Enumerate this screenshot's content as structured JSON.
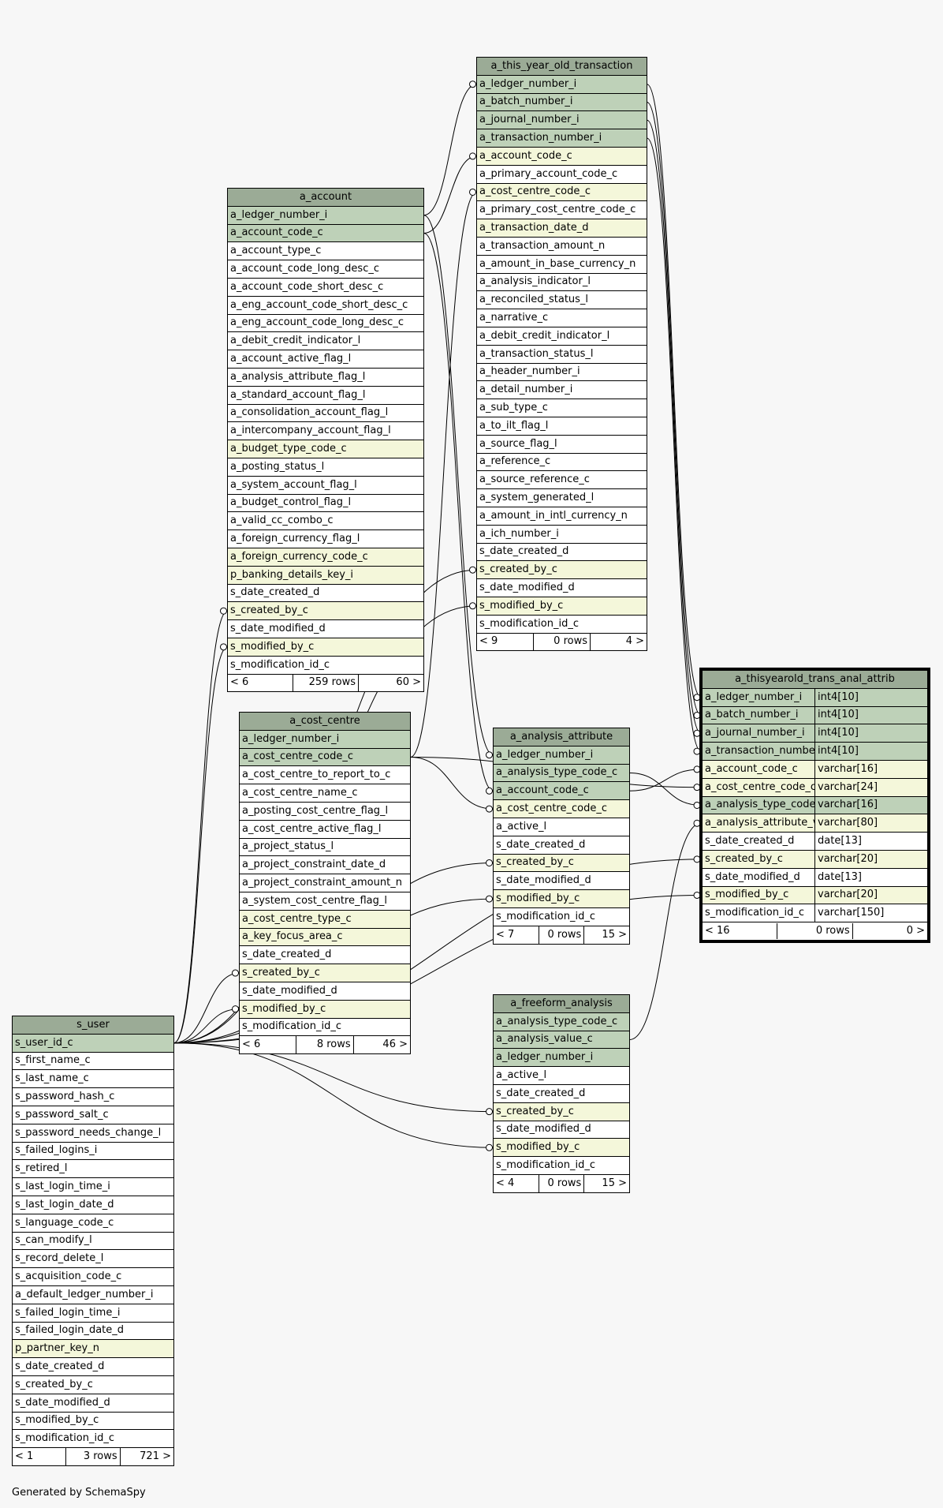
{
  "footer": "Generated by SchemaSpy",
  "tables": [
    {
      "id": "a_this_year_old_transaction",
      "name": "a_this_year_old_transaction",
      "columns": [
        {
          "name": "a_ledger_number_i",
          "kind": "pk"
        },
        {
          "name": "a_batch_number_i",
          "kind": "pk"
        },
        {
          "name": "a_journal_number_i",
          "kind": "pk"
        },
        {
          "name": "a_transaction_number_i",
          "kind": "pk"
        },
        {
          "name": "a_account_code_c",
          "kind": "fk"
        },
        {
          "name": "a_primary_account_code_c",
          "kind": "col"
        },
        {
          "name": "a_cost_centre_code_c",
          "kind": "fk"
        },
        {
          "name": "a_primary_cost_centre_code_c",
          "kind": "col"
        },
        {
          "name": "a_transaction_date_d",
          "kind": "fk"
        },
        {
          "name": "a_transaction_amount_n",
          "kind": "col"
        },
        {
          "name": "a_amount_in_base_currency_n",
          "kind": "col"
        },
        {
          "name": "a_analysis_indicator_l",
          "kind": "col"
        },
        {
          "name": "a_reconciled_status_l",
          "kind": "col"
        },
        {
          "name": "a_narrative_c",
          "kind": "col"
        },
        {
          "name": "a_debit_credit_indicator_l",
          "kind": "col"
        },
        {
          "name": "a_transaction_status_l",
          "kind": "col"
        },
        {
          "name": "a_header_number_i",
          "kind": "col"
        },
        {
          "name": "a_detail_number_i",
          "kind": "col"
        },
        {
          "name": "a_sub_type_c",
          "kind": "col"
        },
        {
          "name": "a_to_ilt_flag_l",
          "kind": "col"
        },
        {
          "name": "a_source_flag_l",
          "kind": "col"
        },
        {
          "name": "a_reference_c",
          "kind": "col"
        },
        {
          "name": "a_source_reference_c",
          "kind": "col"
        },
        {
          "name": "a_system_generated_l",
          "kind": "col"
        },
        {
          "name": "a_amount_in_intl_currency_n",
          "kind": "col"
        },
        {
          "name": "a_ich_number_i",
          "kind": "col"
        },
        {
          "name": "s_date_created_d",
          "kind": "col"
        },
        {
          "name": "s_created_by_c",
          "kind": "fk"
        },
        {
          "name": "s_date_modified_d",
          "kind": "col"
        },
        {
          "name": "s_modified_by_c",
          "kind": "fk"
        },
        {
          "name": "s_modification_id_c",
          "kind": "col"
        }
      ],
      "footer": [
        "< 9",
        "0 rows",
        "4 >"
      ]
    },
    {
      "id": "a_account",
      "name": "a_account",
      "columns": [
        {
          "name": "a_ledger_number_i",
          "kind": "pk"
        },
        {
          "name": "a_account_code_c",
          "kind": "pk"
        },
        {
          "name": "a_account_type_c",
          "kind": "col"
        },
        {
          "name": "a_account_code_long_desc_c",
          "kind": "col"
        },
        {
          "name": "a_account_code_short_desc_c",
          "kind": "col"
        },
        {
          "name": "a_eng_account_code_short_desc_c",
          "kind": "col"
        },
        {
          "name": "a_eng_account_code_long_desc_c",
          "kind": "col"
        },
        {
          "name": "a_debit_credit_indicator_l",
          "kind": "col"
        },
        {
          "name": "a_account_active_flag_l",
          "kind": "col"
        },
        {
          "name": "a_analysis_attribute_flag_l",
          "kind": "col"
        },
        {
          "name": "a_standard_account_flag_l",
          "kind": "col"
        },
        {
          "name": "a_consolidation_account_flag_l",
          "kind": "col"
        },
        {
          "name": "a_intercompany_account_flag_l",
          "kind": "col"
        },
        {
          "name": "a_budget_type_code_c",
          "kind": "fk"
        },
        {
          "name": "a_posting_status_l",
          "kind": "col"
        },
        {
          "name": "a_system_account_flag_l",
          "kind": "col"
        },
        {
          "name": "a_budget_control_flag_l",
          "kind": "col"
        },
        {
          "name": "a_valid_cc_combo_c",
          "kind": "col"
        },
        {
          "name": "a_foreign_currency_flag_l",
          "kind": "col"
        },
        {
          "name": "a_foreign_currency_code_c",
          "kind": "fk"
        },
        {
          "name": "p_banking_details_key_i",
          "kind": "fk"
        },
        {
          "name": "s_date_created_d",
          "kind": "col"
        },
        {
          "name": "s_created_by_c",
          "kind": "fk"
        },
        {
          "name": "s_date_modified_d",
          "kind": "col"
        },
        {
          "name": "s_modified_by_c",
          "kind": "fk"
        },
        {
          "name": "s_modification_id_c",
          "kind": "col"
        }
      ],
      "footer": [
        "< 6",
        "259 rows",
        "60 >"
      ]
    },
    {
      "id": "a_cost_centre",
      "name": "a_cost_centre",
      "columns": [
        {
          "name": "a_ledger_number_i",
          "kind": "pk"
        },
        {
          "name": "a_cost_centre_code_c",
          "kind": "pk"
        },
        {
          "name": "a_cost_centre_to_report_to_c",
          "kind": "col"
        },
        {
          "name": "a_cost_centre_name_c",
          "kind": "col"
        },
        {
          "name": "a_posting_cost_centre_flag_l",
          "kind": "col"
        },
        {
          "name": "a_cost_centre_active_flag_l",
          "kind": "col"
        },
        {
          "name": "a_project_status_l",
          "kind": "col"
        },
        {
          "name": "a_project_constraint_date_d",
          "kind": "col"
        },
        {
          "name": "a_project_constraint_amount_n",
          "kind": "col"
        },
        {
          "name": "a_system_cost_centre_flag_l",
          "kind": "col"
        },
        {
          "name": "a_cost_centre_type_c",
          "kind": "fk"
        },
        {
          "name": "a_key_focus_area_c",
          "kind": "fk"
        },
        {
          "name": "s_date_created_d",
          "kind": "col"
        },
        {
          "name": "s_created_by_c",
          "kind": "fk"
        },
        {
          "name": "s_date_modified_d",
          "kind": "col"
        },
        {
          "name": "s_modified_by_c",
          "kind": "fk"
        },
        {
          "name": "s_modification_id_c",
          "kind": "col"
        }
      ],
      "footer": [
        "< 6",
        "8 rows",
        "46 >"
      ]
    },
    {
      "id": "a_analysis_attribute",
      "name": "a_analysis_attribute",
      "columns": [
        {
          "name": "a_ledger_number_i",
          "kind": "pk"
        },
        {
          "name": "a_analysis_type_code_c",
          "kind": "pk"
        },
        {
          "name": "a_account_code_c",
          "kind": "pk"
        },
        {
          "name": "a_cost_centre_code_c",
          "kind": "fk"
        },
        {
          "name": "a_active_l",
          "kind": "col"
        },
        {
          "name": "s_date_created_d",
          "kind": "col"
        },
        {
          "name": "s_created_by_c",
          "kind": "fk"
        },
        {
          "name": "s_date_modified_d",
          "kind": "col"
        },
        {
          "name": "s_modified_by_c",
          "kind": "fk"
        },
        {
          "name": "s_modification_id_c",
          "kind": "col"
        }
      ],
      "footer": [
        "< 7",
        "0 rows",
        "15 >"
      ]
    },
    {
      "id": "a_freeform_analysis",
      "name": "a_freeform_analysis",
      "columns": [
        {
          "name": "a_analysis_type_code_c",
          "kind": "pk"
        },
        {
          "name": "a_analysis_value_c",
          "kind": "pk"
        },
        {
          "name": "a_ledger_number_i",
          "kind": "pk"
        },
        {
          "name": "a_active_l",
          "kind": "col"
        },
        {
          "name": "s_date_created_d",
          "kind": "col"
        },
        {
          "name": "s_created_by_c",
          "kind": "fk"
        },
        {
          "name": "s_date_modified_d",
          "kind": "col"
        },
        {
          "name": "s_modified_by_c",
          "kind": "fk"
        },
        {
          "name": "s_modification_id_c",
          "kind": "col"
        }
      ],
      "footer": [
        "< 4",
        "0 rows",
        "15 >"
      ]
    },
    {
      "id": "a_thisyearold_trans_anal_attrib",
      "name": "a_thisyearold_trans_anal_attrib",
      "focus": true,
      "columns": [
        {
          "name": "a_ledger_number_i",
          "type": "int4[10]",
          "kind": "pk"
        },
        {
          "name": "a_batch_number_i",
          "type": "int4[10]",
          "kind": "pk"
        },
        {
          "name": "a_journal_number_i",
          "type": "int4[10]",
          "kind": "pk"
        },
        {
          "name": "a_transaction_number_i",
          "type": "int4[10]",
          "kind": "pk"
        },
        {
          "name": "a_account_code_c",
          "type": "varchar[16]",
          "kind": "fk"
        },
        {
          "name": "a_cost_centre_code_c",
          "type": "varchar[24]",
          "kind": "fk"
        },
        {
          "name": "a_analysis_type_code_c",
          "type": "varchar[16]",
          "kind": "pk"
        },
        {
          "name": "a_analysis_attribute_value_c",
          "type": "varchar[80]",
          "kind": "fk"
        },
        {
          "name": "s_date_created_d",
          "type": "date[13]",
          "kind": "col"
        },
        {
          "name": "s_created_by_c",
          "type": "varchar[20]",
          "kind": "fk"
        },
        {
          "name": "s_date_modified_d",
          "type": "date[13]",
          "kind": "col"
        },
        {
          "name": "s_modified_by_c",
          "type": "varchar[20]",
          "kind": "fk"
        },
        {
          "name": "s_modification_id_c",
          "type": "varchar[150]",
          "kind": "col"
        }
      ],
      "footer": [
        "< 16",
        "0 rows",
        "0 >"
      ]
    },
    {
      "id": "s_user",
      "name": "s_user",
      "columns": [
        {
          "name": "s_user_id_c",
          "kind": "pk"
        },
        {
          "name": "s_first_name_c",
          "kind": "col"
        },
        {
          "name": "s_last_name_c",
          "kind": "col"
        },
        {
          "name": "s_password_hash_c",
          "kind": "col"
        },
        {
          "name": "s_password_salt_c",
          "kind": "col"
        },
        {
          "name": "s_password_needs_change_l",
          "kind": "col"
        },
        {
          "name": "s_failed_logins_i",
          "kind": "col"
        },
        {
          "name": "s_retired_l",
          "kind": "col"
        },
        {
          "name": "s_last_login_time_i",
          "kind": "col"
        },
        {
          "name": "s_last_login_date_d",
          "kind": "col"
        },
        {
          "name": "s_language_code_c",
          "kind": "col"
        },
        {
          "name": "s_can_modify_l",
          "kind": "col"
        },
        {
          "name": "s_record_delete_l",
          "kind": "col"
        },
        {
          "name": "s_acquisition_code_c",
          "kind": "col"
        },
        {
          "name": "a_default_ledger_number_i",
          "kind": "col"
        },
        {
          "name": "s_failed_login_time_i",
          "kind": "col"
        },
        {
          "name": "s_failed_login_date_d",
          "kind": "col"
        },
        {
          "name": "p_partner_key_n",
          "kind": "fk"
        },
        {
          "name": "s_date_created_d",
          "kind": "col"
        },
        {
          "name": "s_created_by_c",
          "kind": "col"
        },
        {
          "name": "s_date_modified_d",
          "kind": "col"
        },
        {
          "name": "s_modified_by_c",
          "kind": "col"
        },
        {
          "name": "s_modification_id_c",
          "kind": "col"
        }
      ],
      "footer": [
        "< 1",
        "3 rows",
        "721 >"
      ]
    }
  ],
  "colors": {
    "header": "#9bab96",
    "pk": "#bed1b8",
    "fk": "#f4f7da",
    "plain": "#ffffff",
    "background": "#f7f7f7"
  },
  "relationships": [
    {
      "from": "a_this_year_old_transaction.a_ledger_number_i",
      "to": "a_account.a_ledger_number_i"
    },
    {
      "from": "a_this_year_old_transaction.a_account_code_c",
      "to": "a_account.a_account_code_c"
    },
    {
      "from": "a_this_year_old_transaction.a_cost_centre_code_c",
      "to": "a_cost_centre.a_cost_centre_code_c"
    },
    {
      "from": "a_this_year_old_transaction.s_created_by_c",
      "to": "s_user.s_user_id_c"
    },
    {
      "from": "a_this_year_old_transaction.s_modified_by_c",
      "to": "s_user.s_user_id_c"
    },
    {
      "from": "a_account.s_created_by_c",
      "to": "s_user.s_user_id_c"
    },
    {
      "from": "a_account.s_modified_by_c",
      "to": "s_user.s_user_id_c"
    },
    {
      "from": "a_cost_centre.s_created_by_c",
      "to": "s_user.s_user_id_c"
    },
    {
      "from": "a_cost_centre.s_modified_by_c",
      "to": "s_user.s_user_id_c"
    },
    {
      "from": "a_analysis_attribute.a_ledger_number_i",
      "to": "a_account.a_ledger_number_i"
    },
    {
      "from": "a_analysis_attribute.a_account_code_c",
      "to": "a_account.a_account_code_c"
    },
    {
      "from": "a_analysis_attribute.a_cost_centre_code_c",
      "to": "a_cost_centre.a_cost_centre_code_c"
    },
    {
      "from": "a_analysis_attribute.s_created_by_c",
      "to": "s_user.s_user_id_c"
    },
    {
      "from": "a_analysis_attribute.s_modified_by_c",
      "to": "s_user.s_user_id_c"
    },
    {
      "from": "a_freeform_analysis.s_created_by_c",
      "to": "s_user.s_user_id_c"
    },
    {
      "from": "a_freeform_analysis.s_modified_by_c",
      "to": "s_user.s_user_id_c"
    },
    {
      "from": "a_thisyearold_trans_anal_attrib.a_ledger_number_i",
      "to": "a_this_year_old_transaction.a_ledger_number_i"
    },
    {
      "from": "a_thisyearold_trans_anal_attrib.a_batch_number_i",
      "to": "a_this_year_old_transaction.a_batch_number_i"
    },
    {
      "from": "a_thisyearold_trans_anal_attrib.a_journal_number_i",
      "to": "a_this_year_old_transaction.a_journal_number_i"
    },
    {
      "from": "a_thisyearold_trans_anal_attrib.a_transaction_number_i",
      "to": "a_this_year_old_transaction.a_transaction_number_i"
    },
    {
      "from": "a_thisyearold_trans_anal_attrib.a_account_code_c",
      "to": "a_analysis_attribute.a_account_code_c"
    },
    {
      "from": "a_thisyearold_trans_anal_attrib.a_cost_centre_code_c",
      "to": "a_cost_centre.a_cost_centre_code_c"
    },
    {
      "from": "a_thisyearold_trans_anal_attrib.a_analysis_type_code_c",
      "to": "a_analysis_attribute.a_analysis_type_code_c"
    },
    {
      "from": "a_thisyearold_trans_anal_attrib.a_analysis_attribute_value_c",
      "to": "a_freeform_analysis.a_analysis_value_c"
    },
    {
      "from": "a_thisyearold_trans_anal_attrib.s_created_by_c",
      "to": "s_user.s_user_id_c"
    },
    {
      "from": "a_thisyearold_trans_anal_attrib.s_modified_by_c",
      "to": "s_user.s_user_id_c"
    }
  ]
}
